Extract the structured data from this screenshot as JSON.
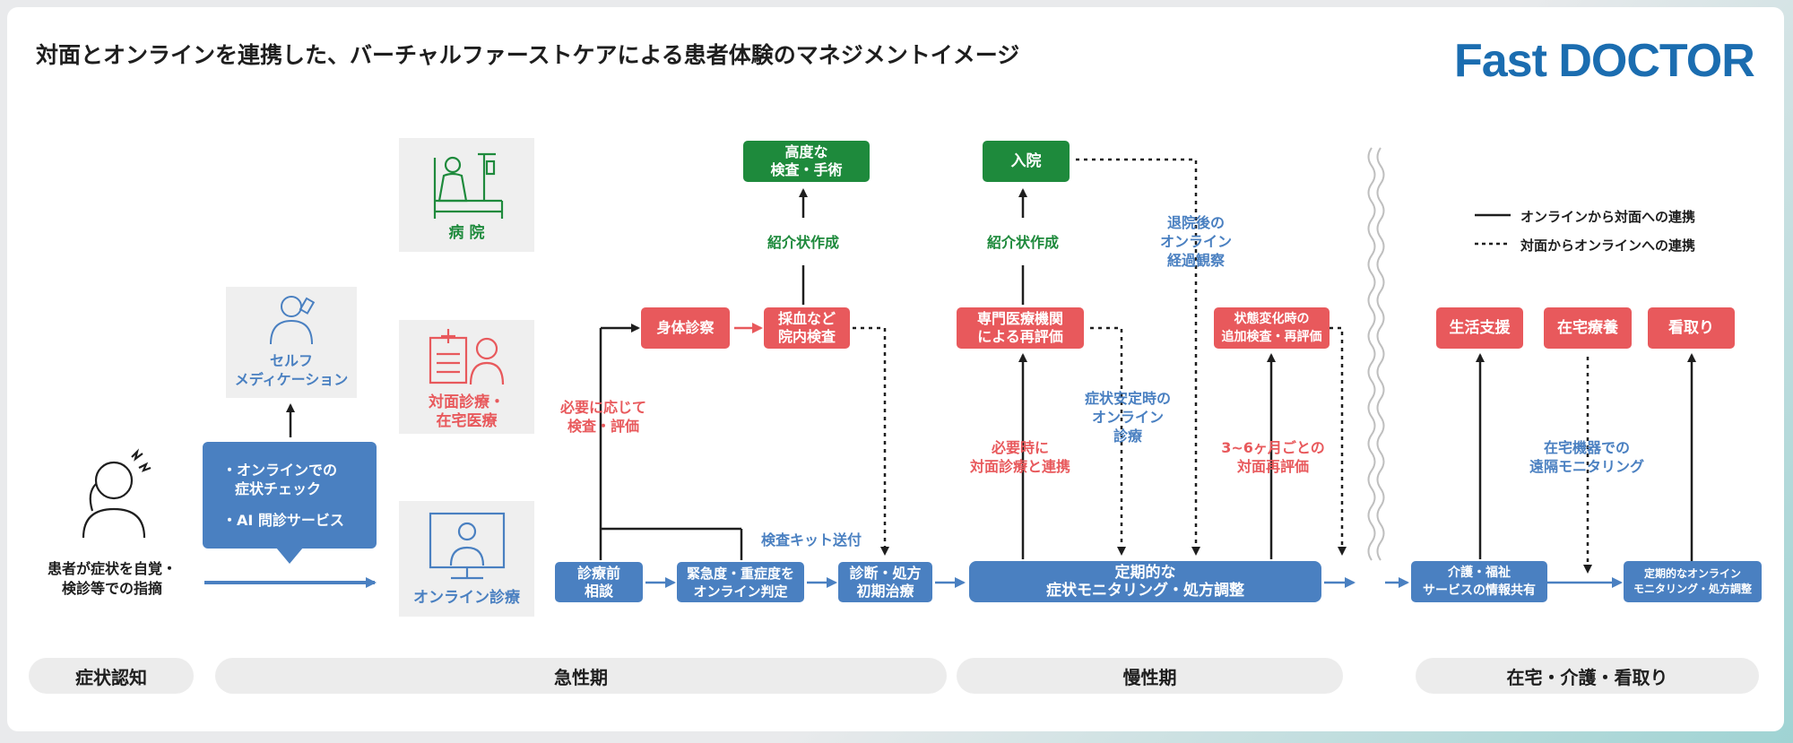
{
  "header": {
    "title": "対面とオンラインを連携した、バーチャルファーストケアによる患者体験のマネジメントイメージ",
    "logo": "Fast DOCTOR"
  },
  "settings": {
    "hospital": "病 院",
    "face_to_face": [
      "対面診療・",
      "在宅医療"
    ],
    "online": "オンライン診療"
  },
  "patient": {
    "label": [
      "患者が症状を自覚・",
      "検診等での指摘"
    ],
    "self_med": [
      "セルフ",
      "メディケーション"
    ],
    "bubble": [
      "・オンラインでの",
      "症状チェック",
      "・AI 問診サービス"
    ]
  },
  "acute": {
    "pre_consult": [
      "診療前",
      "相談"
    ],
    "triage": [
      "緊急度・重症度を",
      "オンライン判定"
    ],
    "diagnosis": [
      "診断・処方",
      "初期治療"
    ],
    "exam": "身体診察",
    "blood_test": [
      "採血など",
      "院内検査"
    ],
    "advanced": [
      "高度な",
      "検査・手術"
    ],
    "referral": "紹介状作成",
    "as_needed": [
      "必要に応じて",
      "検査・評価"
    ],
    "kit": "検査キット送付"
  },
  "chronic": {
    "admission": "入院",
    "referral": "紹介状作成",
    "post_discharge": [
      "退院後の",
      "オンライン",
      "経過観察"
    ],
    "specialist": [
      "専門医療機関",
      "による再評価"
    ],
    "state_change": [
      "状態変化時の",
      "追加検査・再評価"
    ],
    "stable": [
      "症状安定時の",
      "オンライン",
      "診療"
    ],
    "when_needed": [
      "必要時に",
      "対面診療と連携"
    ],
    "periodic_eval": [
      "3~6ヶ月ごとの",
      "対面再評価"
    ],
    "monitoring": [
      "定期的な",
      "症状モニタリング・処方調整"
    ]
  },
  "home": {
    "life_support": "生活支援",
    "home_care": "在宅療養",
    "end_of_life": "看取り",
    "remote": [
      "在宅機器での",
      "遠隔モニタリング"
    ],
    "info_share": [
      "介護・福祉",
      "サービスの情報共有"
    ],
    "online_monitor": [
      "定期的なオンライン",
      "モニタリング・処方調整"
    ]
  },
  "legend": {
    "solid": "オンラインから対面への連携",
    "dotted": "対面からオンラインへの連携"
  },
  "phases": [
    "症状認知",
    "急性期",
    "慢性期",
    "在宅・介護・看取り"
  ],
  "colors": {
    "red": "#e8595c",
    "green": "#1e8a3c",
    "blue": "#4a80c1",
    "logo": "#1b6db0"
  }
}
